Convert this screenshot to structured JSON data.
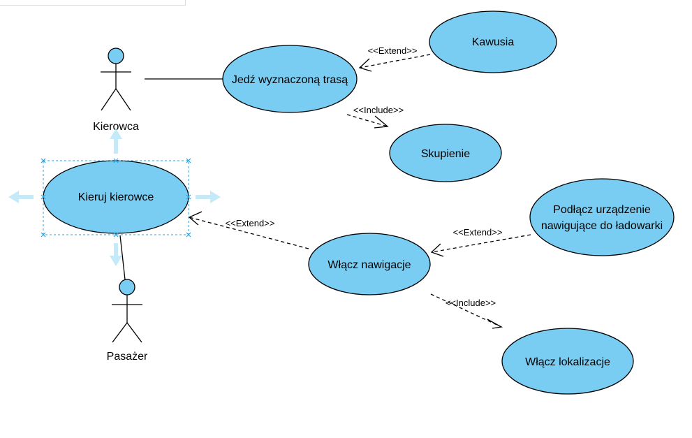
{
  "actors": [
    {
      "id": "kierowca",
      "label": "Kierowca"
    },
    {
      "id": "pasazer",
      "label": "Pasażer"
    }
  ],
  "use_cases": [
    {
      "id": "jedz",
      "label": "Jedź wyznaczoną trasą"
    },
    {
      "id": "kawusia",
      "label": "Kawusia"
    },
    {
      "id": "skupienie",
      "label": "Skupienie"
    },
    {
      "id": "kieruj",
      "label": "Kieruj kierowce",
      "selected": true
    },
    {
      "id": "wlacz_nawigacje",
      "label": "Włącz nawigacje"
    },
    {
      "id": "podlacz",
      "label_lines": [
        "Podłącz urządzenie",
        "nawigujące do ładowarki"
      ]
    },
    {
      "id": "wlacz_lokalizacje",
      "label": "Włącz lokalizacje"
    }
  ],
  "relations": [
    {
      "id": "r1",
      "from": "kierowca",
      "to": "jedz",
      "type": "association"
    },
    {
      "id": "r2",
      "from": "kawusia",
      "to": "jedz",
      "type": "extend",
      "label": "<<Extend>>"
    },
    {
      "id": "r3",
      "from": "jedz",
      "to": "skupienie",
      "type": "include",
      "label": "<<Include>>"
    },
    {
      "id": "r4",
      "from": "pasazer",
      "to": "kieruj",
      "type": "association"
    },
    {
      "id": "r5",
      "from": "wlacz_nawigacje",
      "to": "kieruj",
      "type": "extend",
      "label": "<<Extend>>"
    },
    {
      "id": "r6",
      "from": "podlacz",
      "to": "wlacz_nawigacje",
      "type": "extend",
      "label": "<<Extend>>"
    },
    {
      "id": "r7",
      "from": "wlacz_nawigacje",
      "to": "wlacz_lokalizacje",
      "type": "include",
      "label": "<<Include>>"
    }
  ],
  "colors": {
    "use_case_fill": "#79cdf2",
    "selection": "#29a3e0",
    "hint_arrow": "#c4e9f8"
  }
}
